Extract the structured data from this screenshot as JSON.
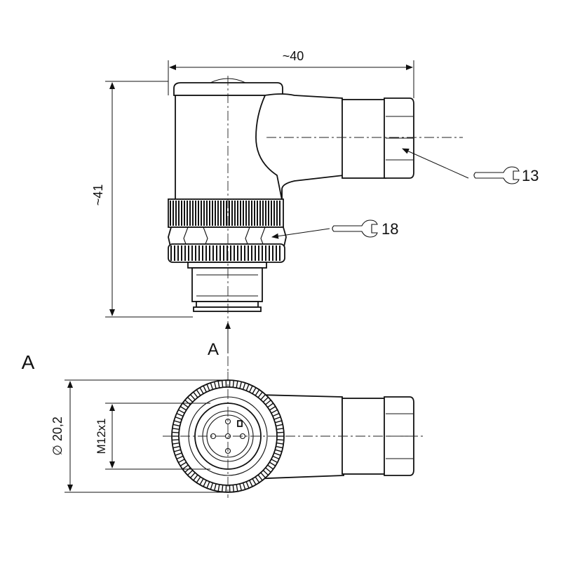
{
  "drawing": {
    "dimensions": {
      "width": "~40",
      "height": "~41",
      "diameter": "∅ 20,2",
      "thread": "M12x1"
    },
    "wrench_sizes": {
      "nut_small": "13",
      "nut_large": "18"
    },
    "view_arrow_label": "A",
    "view_title": "A",
    "colors": {
      "line": "#111111",
      "background": "#ffffff"
    },
    "icons": [
      "wrench-icon"
    ]
  }
}
